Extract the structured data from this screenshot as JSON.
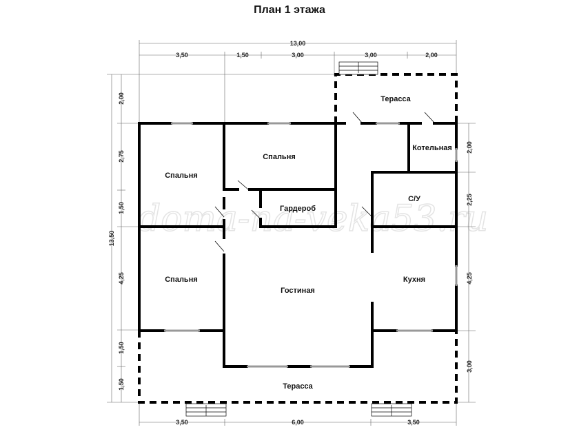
{
  "title": "План 1 этажа",
  "watermark": "doma-na-veka53.ru",
  "rooms": {
    "terrace_top": "Терасса",
    "boiler": "Котельная",
    "bedroom_left_top": "Спальня",
    "bedroom_center": "Спальня",
    "wardrobe": "Гардероб",
    "bathroom": "С/У",
    "bedroom_left_bottom": "Спальня",
    "living": "Гостиная",
    "kitchen": "Кухня",
    "terrace_bottom": "Терасса"
  },
  "dimensions": {
    "top_total": "13,00",
    "top": [
      "3,50",
      "1,50",
      "3,00",
      "3,00",
      "2,00"
    ],
    "left_total": "13,50",
    "left": [
      "2,00",
      "2,75",
      "1,50",
      "4,25",
      "1,50",
      "1,50"
    ],
    "right": [
      "2,00",
      "2,25",
      "4,25",
      "3,00"
    ],
    "bottom": [
      "3,50",
      "6,00",
      "3,50"
    ]
  }
}
